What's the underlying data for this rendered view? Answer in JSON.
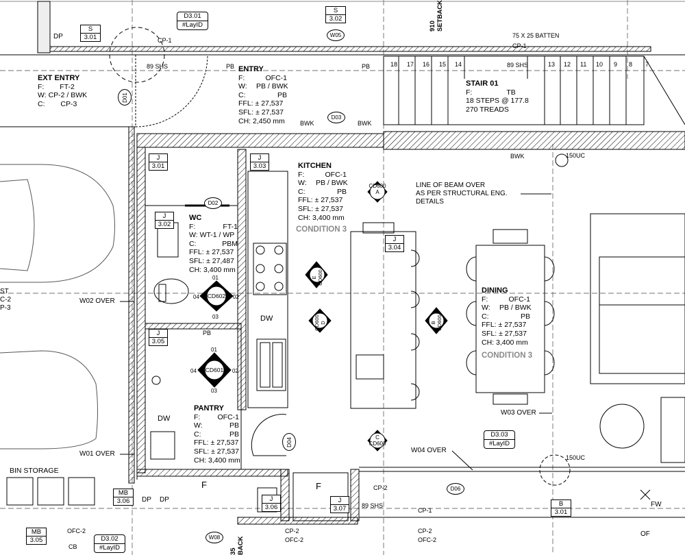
{
  "rooms": {
    "ext_entry": {
      "title": "EXT ENTRY",
      "rows": [
        [
          "F:",
          "FT-2"
        ],
        [
          "W:",
          "CP-2 / BWK"
        ],
        [
          "C:",
          "CP-3"
        ]
      ]
    },
    "entry": {
      "title": "ENTRY",
      "rows": [
        [
          "F:",
          "OFC-1"
        ],
        [
          "W:",
          "PB / BWK"
        ],
        [
          "C:",
          "PB"
        ],
        [
          "FFL:",
          "± 27,537"
        ],
        [
          "SFL:",
          "± 27,537"
        ],
        [
          "CH:",
          "2,450 mm"
        ]
      ]
    },
    "stair": {
      "title": "STAIR 01",
      "rows": [
        [
          "F:",
          "TB"
        ]
      ],
      "extra": [
        "18 STEPS @ 177.8",
        "270 TREADS"
      ]
    },
    "kitchen": {
      "title": "KITCHEN",
      "rows": [
        [
          "F:",
          "OFC-1"
        ],
        [
          "W:",
          "PB / BWK"
        ],
        [
          "C:",
          "PB"
        ],
        [
          "FFL:",
          "± 27,537"
        ],
        [
          "SFL:",
          "± 27,537"
        ],
        [
          "CH:",
          "3,400 mm"
        ]
      ]
    },
    "wc": {
      "title": "WC",
      "rows": [
        [
          "F:",
          "FT-1"
        ],
        [
          "W:",
          "WT-1 / WP"
        ],
        [
          "C:",
          "PBM"
        ],
        [
          "FFL:",
          "± 27,537"
        ],
        [
          "SFL:",
          "± 27,487"
        ],
        [
          "CH:",
          "3,400 mm"
        ]
      ]
    },
    "dining": {
      "title": "DINING",
      "rows": [
        [
          "F:",
          "OFC-1"
        ],
        [
          "W:",
          "PB / BWK"
        ],
        [
          "C:",
          "PB"
        ],
        [
          "FFL:",
          "± 27,537"
        ],
        [
          "SFL:",
          "± 27,537"
        ],
        [
          "CH:",
          "3,400 mm"
        ]
      ]
    },
    "pantry": {
      "title": "PANTRY",
      "rows": [
        [
          "F:",
          "OFC-1"
        ],
        [
          "W:",
          "PB"
        ],
        [
          "C:",
          "PB"
        ],
        [
          "FFL:",
          "± 27,537"
        ],
        [
          "SFL:",
          "± 27,537"
        ],
        [
          "CH:",
          "3,400 mm"
        ]
      ]
    }
  },
  "conditions": {
    "kitchen": "CONDITION 3",
    "dining": "CONDITION 3"
  },
  "notes": {
    "beam": [
      "LINE OF BEAM OVER",
      "AS PER STRUCTURAL ENG.",
      "DETAILS"
    ],
    "setback_top": "910",
    "setback_bottom": "SETBACK",
    "setback_lower": "BACK",
    "setback_lower_num": "35",
    "bin_storage": "BIN STORAGE",
    "partial_left": [
      "ST",
      "C-2",
      "P-3"
    ]
  },
  "labels": {
    "dp1": "DP",
    "dp2": "DP",
    "dp3": "DP",
    "cp1_top": "CP-1",
    "cp1_right": "CP-1",
    "cp1_bot": "CP-1",
    "cp2_a": "CP-2",
    "cp2_b": "CP-2",
    "cp2_c": "CP-2",
    "ofc2_a": "OFC-2",
    "ofc2_b": "OFC-2",
    "ofc2_c": "OFC-2",
    "pb1": "PB",
    "pb2": "PB",
    "pb3": "PB",
    "bwk1": "BWK",
    "bwk2": "BWK",
    "bwk3": "BWK",
    "shs1": "89 SHS",
    "shs2": "89 SHS",
    "shs3": "89 SHS",
    "batten": "75 X 25 BATTEN",
    "w02": "W02 OVER",
    "w01": "W01 OVER",
    "w03": "W03 OVER",
    "w04": "W04 OVER",
    "uc1": "150UC",
    "uc2": "150UC",
    "fw": "FW",
    "of": "OF",
    "cb": "CB",
    "dw1": "DW",
    "dw2": "DW",
    "f1": "F",
    "f2": "F"
  },
  "stair_numbers": [
    "18",
    "17",
    "16",
    "15",
    "14",
    "13",
    "12",
    "11",
    "10",
    "9",
    "8",
    "7"
  ],
  "doors": {
    "d01": "D01",
    "d02": "D02",
    "d03": "D03",
    "d04": "D04",
    "d06": "D06",
    "w05": "W05",
    "w08": "W08"
  },
  "tags": {
    "j301a": [
      "J",
      "3.01"
    ],
    "j303": [
      "J",
      "3.03"
    ],
    "j302": [
      "J",
      "3.02"
    ],
    "j304": [
      "J",
      "3.04"
    ],
    "j305": [
      "J",
      "3.05"
    ],
    "j306": [
      "J",
      "3.06"
    ],
    "j307": [
      "J",
      "3.07"
    ],
    "s301": [
      "S",
      "3.01"
    ],
    "s302": [
      "S",
      "3.02"
    ],
    "mb306": [
      "MB",
      "3.06"
    ],
    "mb305": [
      "MB",
      "3.05"
    ],
    "b301": [
      "B",
      "3.01"
    ]
  },
  "callouts": {
    "d301": [
      "D3.01",
      "#LayID"
    ],
    "d303": [
      "D3.03",
      "#LayID"
    ],
    "d302": [
      "D3.02",
      "#LayID"
    ]
  },
  "markers": {
    "cd600a": [
      "CD600",
      "A"
    ],
    "cd600c": [
      "C",
      "CD600"
    ],
    "cd600e": [
      "E",
      "CD600"
    ],
    "cd600d": [
      "CD600",
      "D"
    ],
    "cd600b": [
      "B",
      "CD600"
    ],
    "cd602": [
      "CD602",
      "01",
      "02",
      "03",
      "04"
    ],
    "cd601": [
      "CD601",
      "01",
      "02",
      "03",
      "04"
    ]
  }
}
